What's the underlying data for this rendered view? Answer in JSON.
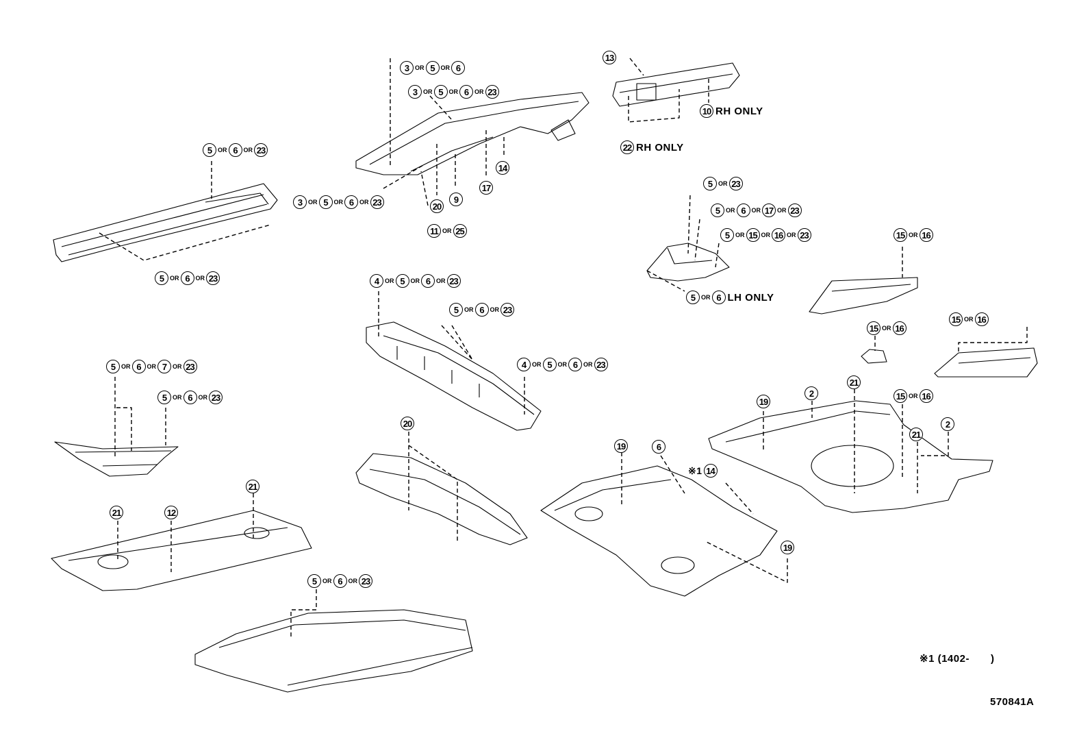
{
  "diagram_id": "570841A",
  "footnote": "※1 (1402-　　)",
  "note_mark": "※1",
  "or_label": "OR",
  "callouts": [
    {
      "id": "c1",
      "parts": [
        "3",
        "5",
        "6"
      ],
      "note": ""
    },
    {
      "id": "c2",
      "parts": [
        "3",
        "5",
        "6",
        "23"
      ],
      "note": ""
    },
    {
      "id": "c3",
      "parts": [
        "13"
      ],
      "note": ""
    },
    {
      "id": "c4",
      "parts": [
        "10"
      ],
      "note": "RH ONLY"
    },
    {
      "id": "c5",
      "parts": [
        "22"
      ],
      "note": "RH ONLY"
    },
    {
      "id": "c6",
      "parts": [
        "5",
        "6",
        "23"
      ],
      "note": ""
    },
    {
      "id": "c7",
      "parts": [
        "14"
      ],
      "note": ""
    },
    {
      "id": "c8",
      "parts": [
        "17"
      ],
      "note": ""
    },
    {
      "id": "c9",
      "parts": [
        "9"
      ],
      "note": ""
    },
    {
      "id": "c10",
      "parts": [
        "20"
      ],
      "note": ""
    },
    {
      "id": "c11",
      "parts": [
        "3",
        "5",
        "6",
        "23"
      ],
      "note": ""
    },
    {
      "id": "c12",
      "parts": [
        "11",
        "25"
      ],
      "note": ""
    },
    {
      "id": "c13",
      "parts": [
        "5",
        "6",
        "23"
      ],
      "note": ""
    },
    {
      "id": "c14",
      "parts": [
        "5",
        "23"
      ],
      "note": ""
    },
    {
      "id": "c15",
      "parts": [
        "5",
        "6",
        "17",
        "23"
      ],
      "note": ""
    },
    {
      "id": "c16",
      "parts": [
        "5",
        "15",
        "16",
        "23"
      ],
      "note": ""
    },
    {
      "id": "c17",
      "parts": [
        "15",
        "16"
      ],
      "note": ""
    },
    {
      "id": "c18",
      "parts": [
        "5",
        "6"
      ],
      "note": "LH ONLY"
    },
    {
      "id": "c19",
      "parts": [
        "4",
        "5",
        "6",
        "23"
      ],
      "note": ""
    },
    {
      "id": "c20",
      "parts": [
        "5",
        "6",
        "23"
      ],
      "note": ""
    },
    {
      "id": "c21",
      "parts": [
        "15",
        "16"
      ],
      "note": ""
    },
    {
      "id": "c22",
      "parts": [
        "15",
        "16"
      ],
      "note": ""
    },
    {
      "id": "c23",
      "parts": [
        "4",
        "5",
        "6",
        "23"
      ],
      "note": ""
    },
    {
      "id": "c24",
      "parts": [
        "5",
        "6",
        "7",
        "23"
      ],
      "note": ""
    },
    {
      "id": "c25",
      "parts": [
        "5",
        "6",
        "23"
      ],
      "note": ""
    },
    {
      "id": "c26",
      "parts": [
        "19"
      ],
      "note": ""
    },
    {
      "id": "c27",
      "parts": [
        "2"
      ],
      "note": ""
    },
    {
      "id": "c28",
      "parts": [
        "21"
      ],
      "note": ""
    },
    {
      "id": "c29",
      "parts": [
        "15",
        "16"
      ],
      "note": ""
    },
    {
      "id": "c30",
      "parts": [
        "20"
      ],
      "note": ""
    },
    {
      "id": "c31",
      "parts": [
        "21"
      ],
      "note": ""
    },
    {
      "id": "c32",
      "parts": [
        "2"
      ],
      "note": ""
    },
    {
      "id": "c33",
      "parts": [
        "19"
      ],
      "note": ""
    },
    {
      "id": "c34",
      "parts": [
        "6"
      ],
      "note": ""
    },
    {
      "id": "c35",
      "parts": [
        "14"
      ],
      "note": ""
    },
    {
      "id": "c36",
      "parts": [
        "21"
      ],
      "note": ""
    },
    {
      "id": "c37",
      "parts": [
        "21"
      ],
      "note": ""
    },
    {
      "id": "c38",
      "parts": [
        "12"
      ],
      "note": ""
    },
    {
      "id": "c39",
      "parts": [
        "19"
      ],
      "note": ""
    },
    {
      "id": "c40",
      "parts": [
        "5",
        "6",
        "23"
      ],
      "note": ""
    }
  ]
}
